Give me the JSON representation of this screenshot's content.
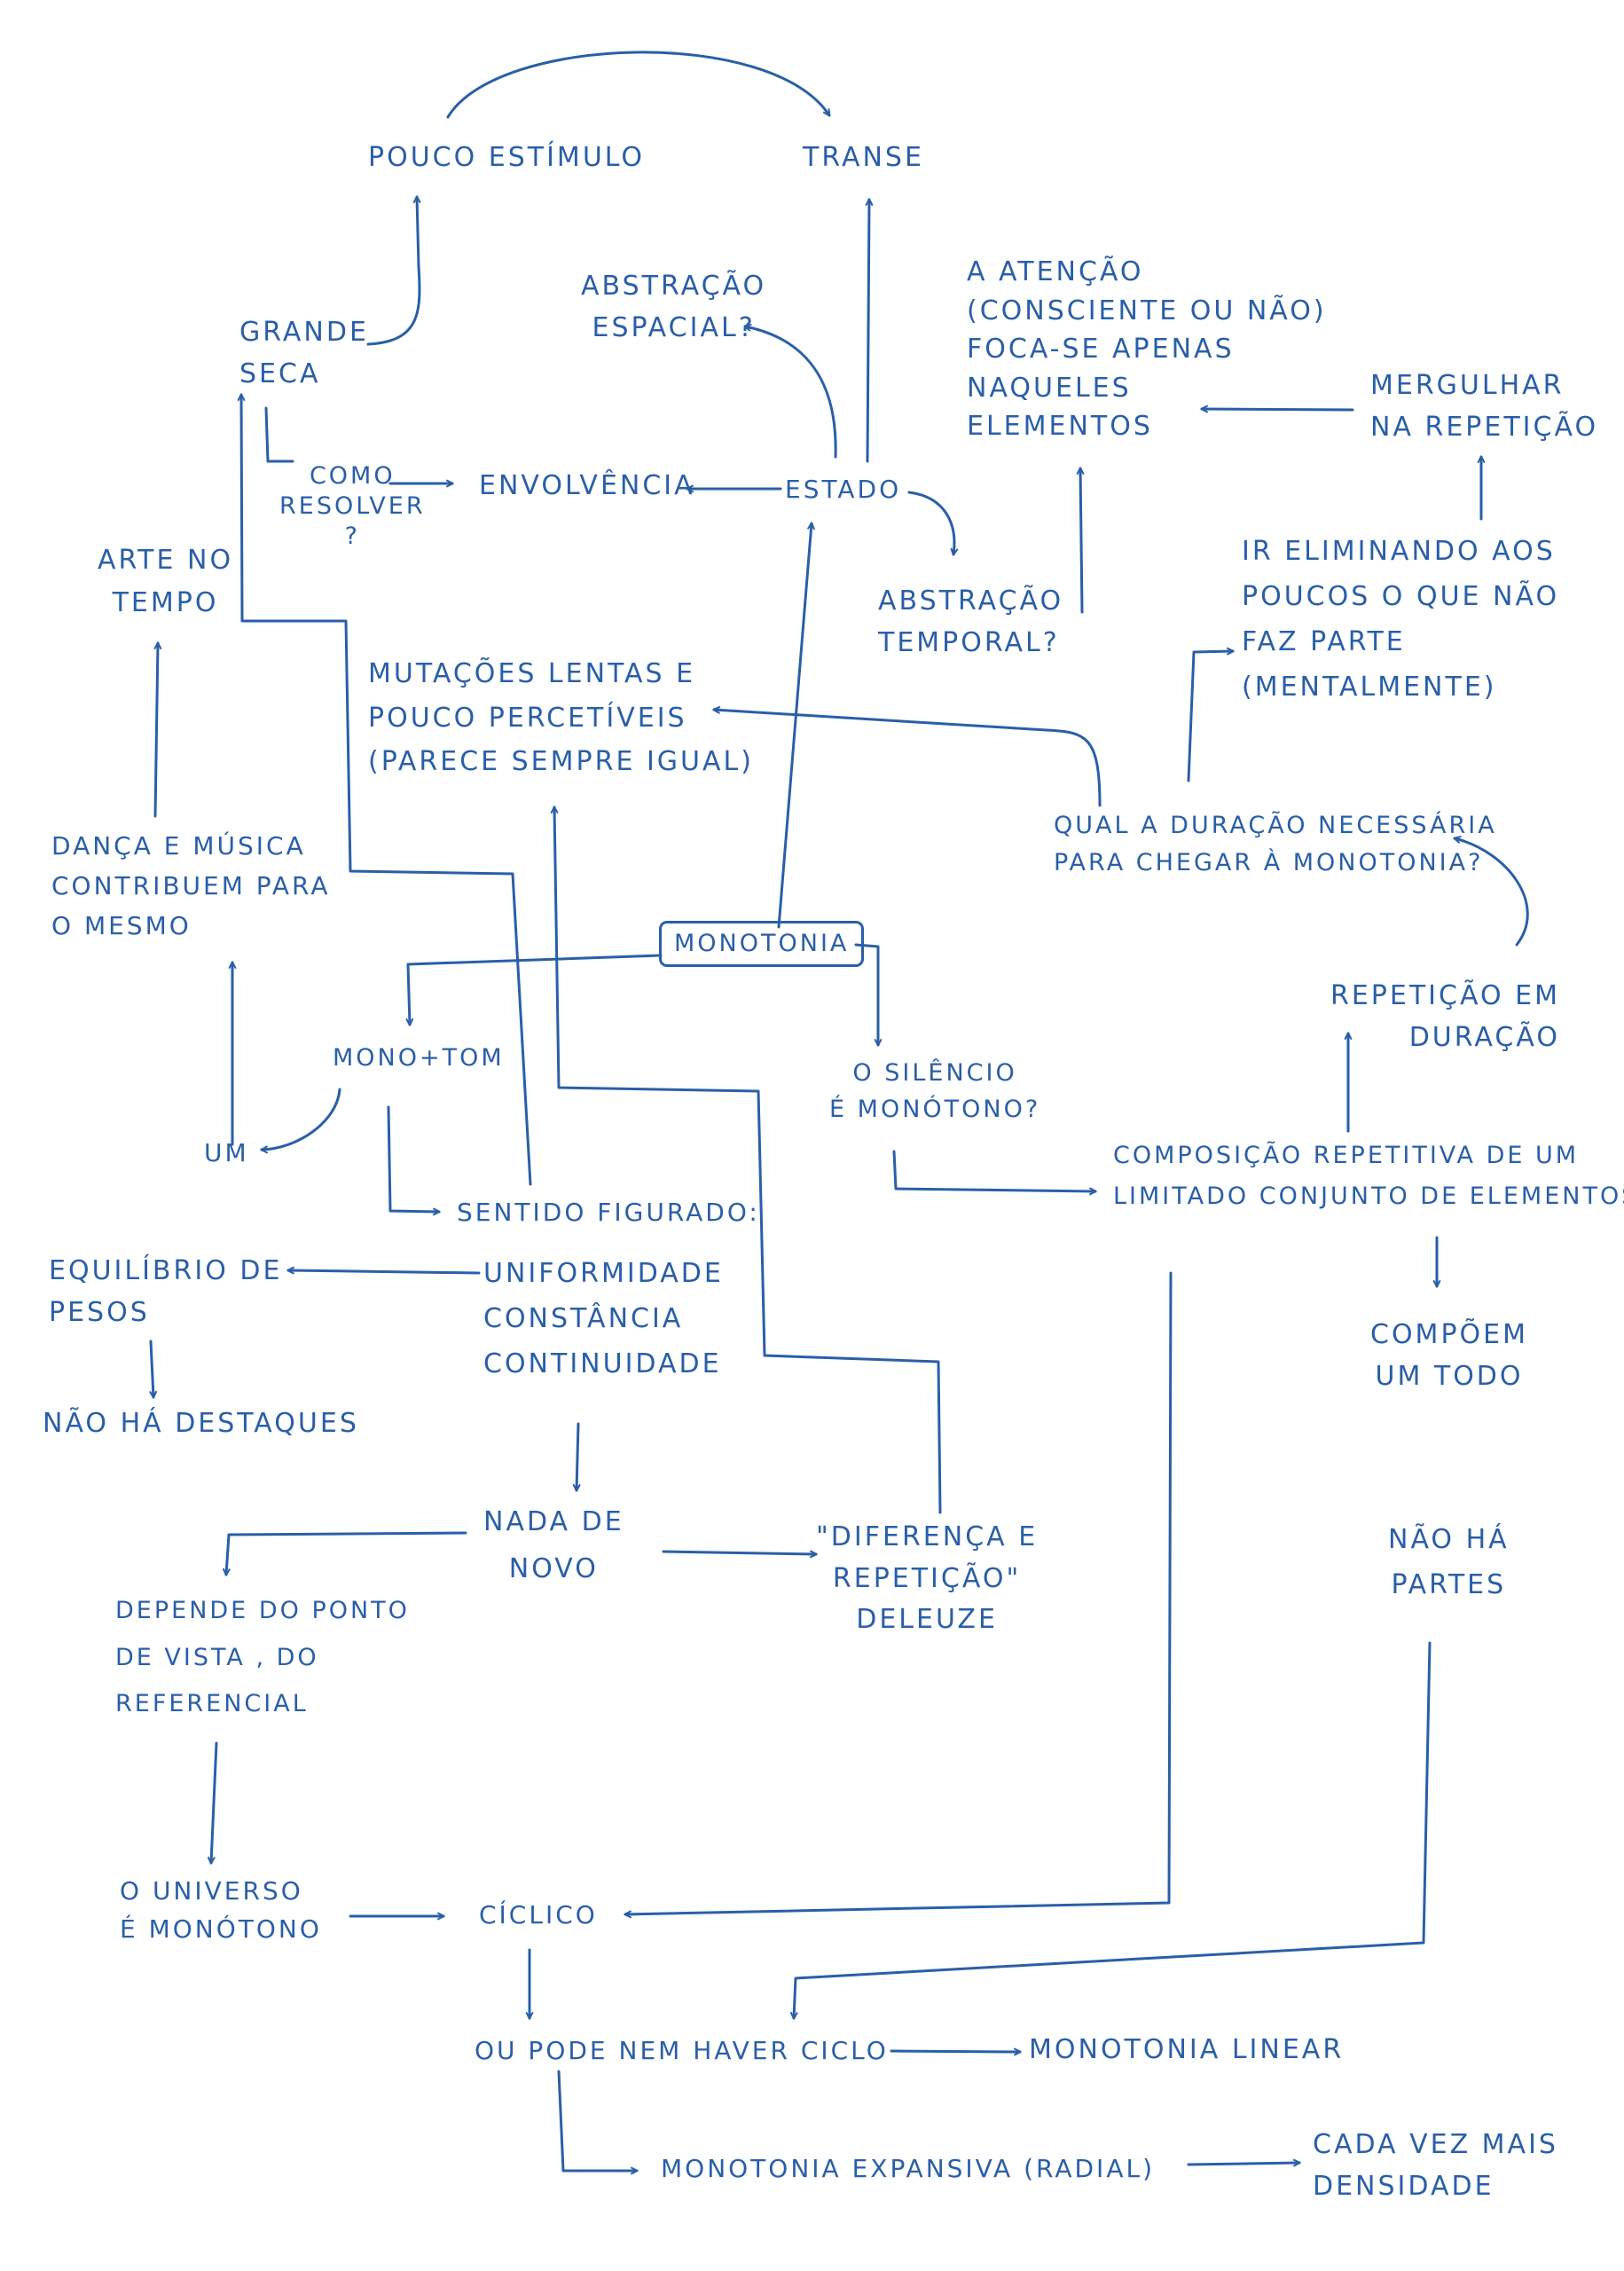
{
  "colors": {
    "ink": "#2a5fa8",
    "background": "#ffffff"
  },
  "nodes": {
    "pouco_estimulo": [
      "POUCO ESTÍMULO"
    ],
    "transe": [
      "TRANSE"
    ],
    "abstracao_espacial": [
      "ABSTRAÇÃO",
      "ESPACIAL?"
    ],
    "atencao": [
      "A ATENÇÃO",
      "(CONSCIENTE OU NÃO)",
      "FOCA-SE APENAS",
      "NAQUELES",
      "ELEMENTOS"
    ],
    "grande_seca": [
      "GRANDE",
      "SECA"
    ],
    "mergulhar": [
      "MERGULHAR",
      "NA REPETIÇÃO"
    ],
    "como_resolver": [
      "COMO",
      "RESOLVER",
      "?"
    ],
    "envolvencia": [
      "ENVOLVÊNCIA"
    ],
    "estado": [
      "ESTADO"
    ],
    "abstracao_temporal": [
      "ABSTRAÇÃO",
      "TEMPORAL?"
    ],
    "arte_no_tempo": [
      "ARTE NO",
      "TEMPO"
    ],
    "ir_eliminando": [
      "IR ELIMINANDO AOS",
      "POUCOS O QUE NÃO",
      "FAZ PARTE",
      "(MENTALMENTE)"
    ],
    "mutacoes": [
      "MUTAÇÕES LENTAS E",
      "POUCO PERCETÍVEIS",
      "(PARECE SEMPRE IGUAL)"
    ],
    "qual_duracao": [
      "QUAL A DURAÇÃO NECESSÁRIA",
      "PARA CHEGAR À MONOTONIA?"
    ],
    "danca_musica": [
      "DANÇA E MÚSICA",
      "CONTRIBUEM PARA",
      "O MESMO"
    ],
    "monotonia": [
      "MONOTONIA"
    ],
    "repeticao_duracao": [
      "REPETIÇÃO EM",
      "DURAÇÃO"
    ],
    "mono_tom": [
      "MONO+TOM"
    ],
    "silencio": [
      "O SILÊNCIO",
      "É MONÓTONO?"
    ],
    "um": [
      "UM"
    ],
    "composicao": [
      "COMPOSIÇÃO REPETITIVA DE UM",
      "LIMITADO CONJUNTO DE ELEMENTOS"
    ],
    "sentido_figurado": [
      "SENTIDO FIGURADO:"
    ],
    "equilibrio": [
      "EQUILÍBRIO DE",
      "PESOS"
    ],
    "uniformidade": [
      "UNIFORMIDADE",
      "CONSTÂNCIA",
      "CONTINUIDADE"
    ],
    "compoem": [
      "COMPÕEM",
      "UM TODO"
    ],
    "nao_ha_destaques": [
      "NÃO HÁ DESTAQUES"
    ],
    "nada_de_novo": [
      "NADA DE",
      "NOVO"
    ],
    "deleuze": [
      "\"DIFERENÇA E",
      "REPETIÇÃO\"",
      "DELEUZE"
    ],
    "nao_ha_partes": [
      "NÃO HÁ",
      "PARTES"
    ],
    "depende": [
      "DEPENDE DO PONTO",
      "DE VISTA , DO",
      "REFERENCIAL"
    ],
    "universo": [
      "O UNIVERSO",
      "É MONÓTONO"
    ],
    "ciclico": [
      "CÍCLICO"
    ],
    "ou_pode": [
      "OU PODE NEM HAVER CICLO"
    ],
    "monotonia_linear": [
      "MONOTONIA LINEAR"
    ],
    "monotonia_expansiva": [
      "MONOTONIA EXPANSIVA (RADIAL)"
    ],
    "cada_vez": [
      "CADA VEZ MAIS",
      "DENSIDADE"
    ]
  }
}
